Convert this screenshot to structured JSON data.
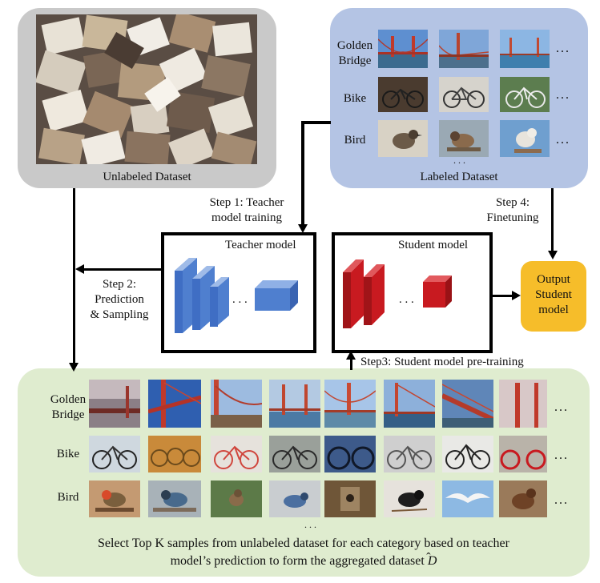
{
  "unlabeled": {
    "label": "Unlabeled Dataset"
  },
  "labeled": {
    "label": "Labeled Dataset",
    "rows": [
      {
        "label": "Golden\nBridge"
      },
      {
        "label": "Bike"
      },
      {
        "label": "Bird"
      }
    ],
    "ellipsis": "...",
    "vellipsis": ". . ."
  },
  "steps": {
    "step1": "Step 1: Teacher\nmodel training",
    "step2": "Step 2:\nPrediction\n& Sampling",
    "step3": "Step3: Student model pre-training",
    "step4": "Step 4:\nFinetuning"
  },
  "teacher": {
    "label": "Teacher model",
    "dots": ". . ."
  },
  "student": {
    "label": "Student model",
    "dots": ". . ."
  },
  "output": {
    "label": "Output\nStudent\nmodel"
  },
  "aggregated": {
    "rows": [
      {
        "label": "Golden\nBridge"
      },
      {
        "label": "Bike"
      },
      {
        "label": "Bird"
      }
    ],
    "ellipsis": "...",
    "vellipsis": ". . .",
    "caption": "Select Top K samples from unlabeled dataset for each category based on teacher\nmodel’s prediction to form the aggregated dataset "
  },
  "colors": {
    "unlabeled_panel": "#c9c9c9",
    "labeled_panel": "#b4c4e4",
    "aggregated_panel": "#dfeccf",
    "teacher_blue": "#4f7fcf",
    "student_red": "#c81a20",
    "output_orange": "#f6bd2a"
  }
}
